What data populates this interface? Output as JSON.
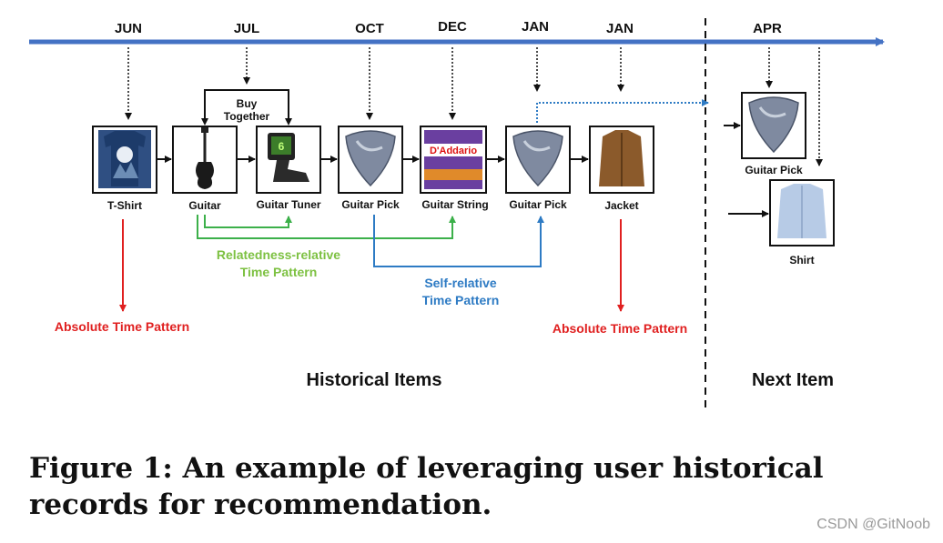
{
  "months": [
    "JUN",
    "JUL",
    "OCT",
    "DEC",
    "JAN",
    "JAN",
    "APR"
  ],
  "items": [
    "T-Shirt",
    "Guitar",
    "Guitar Tuner",
    "Guitar Pick",
    "Guitar String",
    "Guitar Pick",
    "Jacket"
  ],
  "next_items": [
    "Guitar Pick",
    "Shirt"
  ],
  "buy_together": [
    "Buy",
    "Together"
  ],
  "patterns": {
    "absolute": "Absolute Time Pattern",
    "relatedness_line1": "Relatedness-relative",
    "relatedness_line2": "Time Pattern",
    "self_line1": "Self-relative",
    "self_line2": "Time Pattern"
  },
  "sections": {
    "historical": "Historical Items",
    "next": "Next Item"
  },
  "caption": "Figure 1: An example of leveraging user historical records for recommendation.",
  "watermark": "CSDN @GitNoob",
  "colors": {
    "timeline": "#4472c4",
    "absolute": "#e02020",
    "relatedness": "#3cb04a",
    "relatedness_text": "#7dc142",
    "self_relative": "#2e7bc4"
  }
}
